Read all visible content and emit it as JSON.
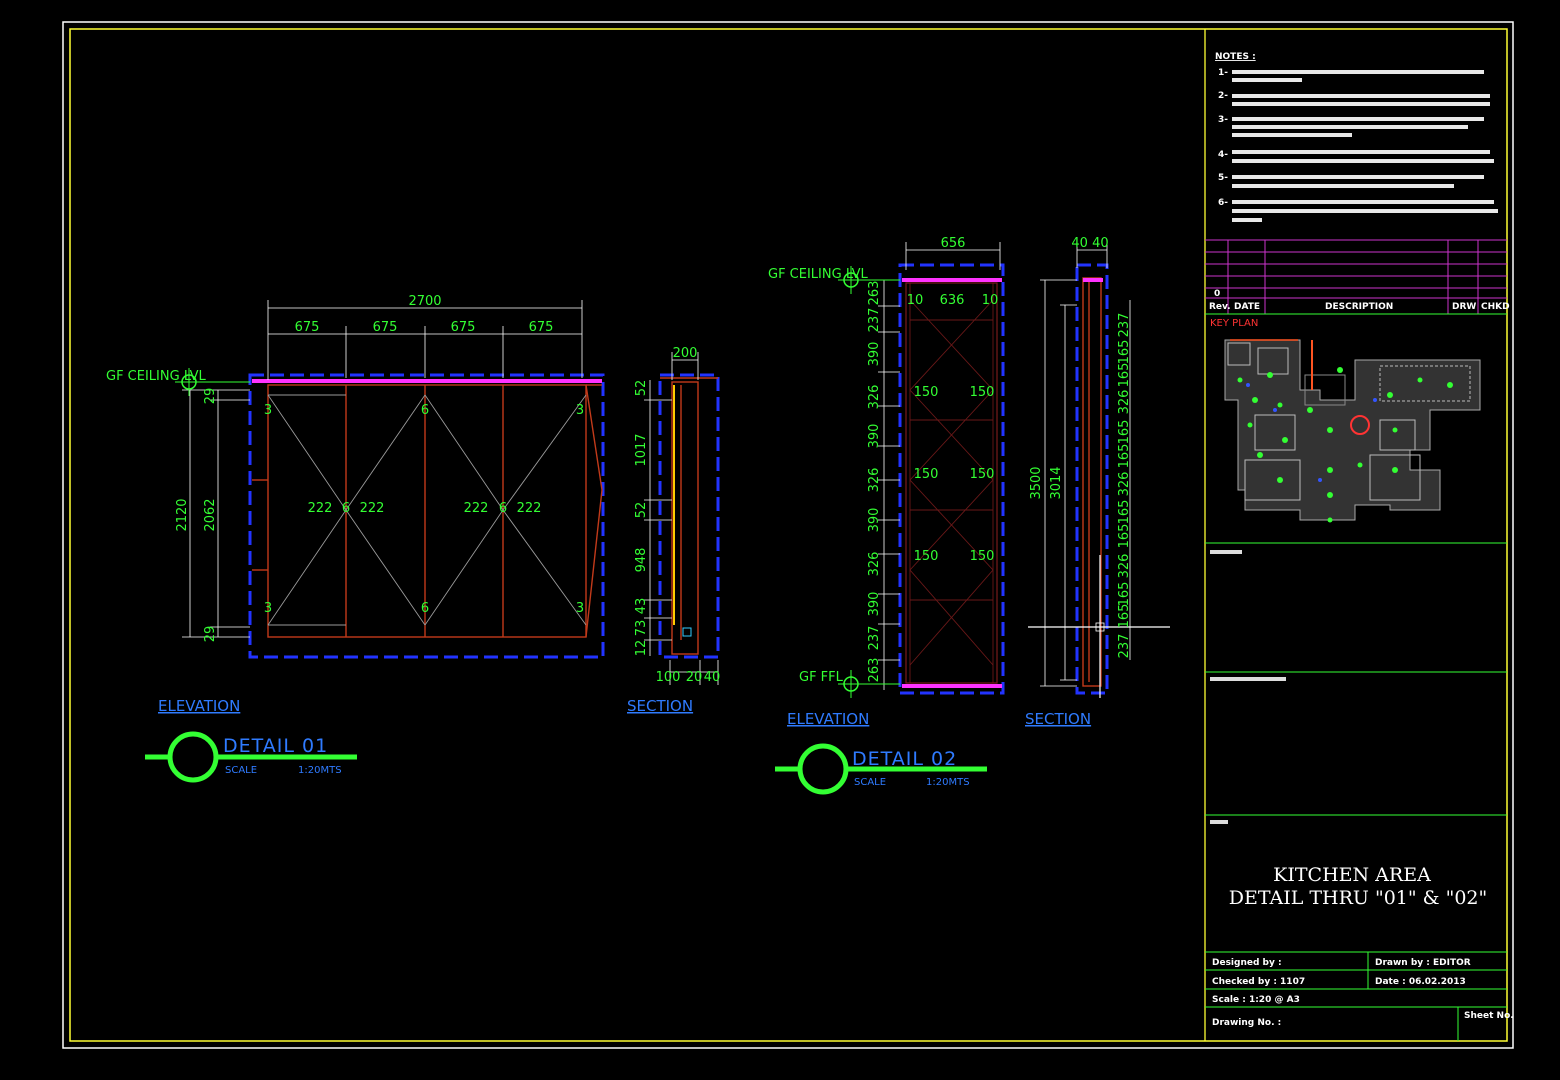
{
  "notes": {
    "heading": "NOTES :",
    "items": [
      "1-",
      "2-",
      "3-",
      "4-",
      "5-",
      "6-"
    ]
  },
  "revision": {
    "rev_no": "0",
    "headers": [
      "Rev.",
      "DATE",
      "DESCRIPTION",
      "DRW",
      "CHKD"
    ]
  },
  "key_plan_label": "KEY PLAN",
  "title": {
    "line1": "KITCHEN AREA",
    "line2": "DETAIL THRU \"01\" & \"02\""
  },
  "info": {
    "designed": "Designed by :",
    "drawn": "Drawn by : EDITOR",
    "checked": "Checked by : 1107",
    "date": "Date : 06.02.2013",
    "scale": "Scale : 1:20 @ A3",
    "drawing_no": "Drawing No. :",
    "sheet_no": "Sheet No."
  },
  "detail01": {
    "label": "DETAIL 01",
    "scale_label": "SCALE",
    "scale_value": "1:20MTS",
    "elevation_label": "ELEVATION",
    "section_label": "SECTION",
    "ceiling_label": "GF CEILING LVL",
    "overall_width": "2700",
    "segments": [
      "675",
      "675",
      "675",
      "675"
    ],
    "height_outer": "2120",
    "height_inner": "2062",
    "top_offset": "29",
    "bottom_offset": "29",
    "mid_dims": [
      "222",
      "6",
      "222",
      "222",
      "6",
      "222"
    ],
    "corner_dims": [
      "3",
      "6",
      "3",
      "3",
      "6",
      "3"
    ],
    "section_width": "200",
    "section_vertical": [
      "52",
      "1017",
      "52",
      "948",
      "43",
      "73",
      "12"
    ],
    "section_bottom": [
      "100",
      "20",
      "40"
    ]
  },
  "detail02": {
    "label": "DETAIL 02",
    "scale_label": "SCALE",
    "scale_value": "1:20MTS",
    "elevation_label": "ELEVATION",
    "section_label": "SECTION",
    "ceiling_label": "GF CEILING LVL",
    "floor_label": "GF FFL",
    "overall_width": "656",
    "inner_dims": [
      "10",
      "636",
      "10"
    ],
    "left_vertical": [
      "263",
      "237",
      "390",
      "326",
      "390",
      "326",
      "390",
      "326",
      "390",
      "237",
      "263"
    ],
    "cell_dims": [
      "150",
      "150",
      "150",
      "150",
      "150",
      "150"
    ],
    "section_top": "40 40",
    "section_heights": [
      "3500",
      "3014"
    ],
    "section_right": [
      "237",
      "165",
      "165",
      "326",
      "165",
      "165",
      "326",
      "165",
      "165",
      "326",
      "165",
      "165",
      "237"
    ]
  }
}
